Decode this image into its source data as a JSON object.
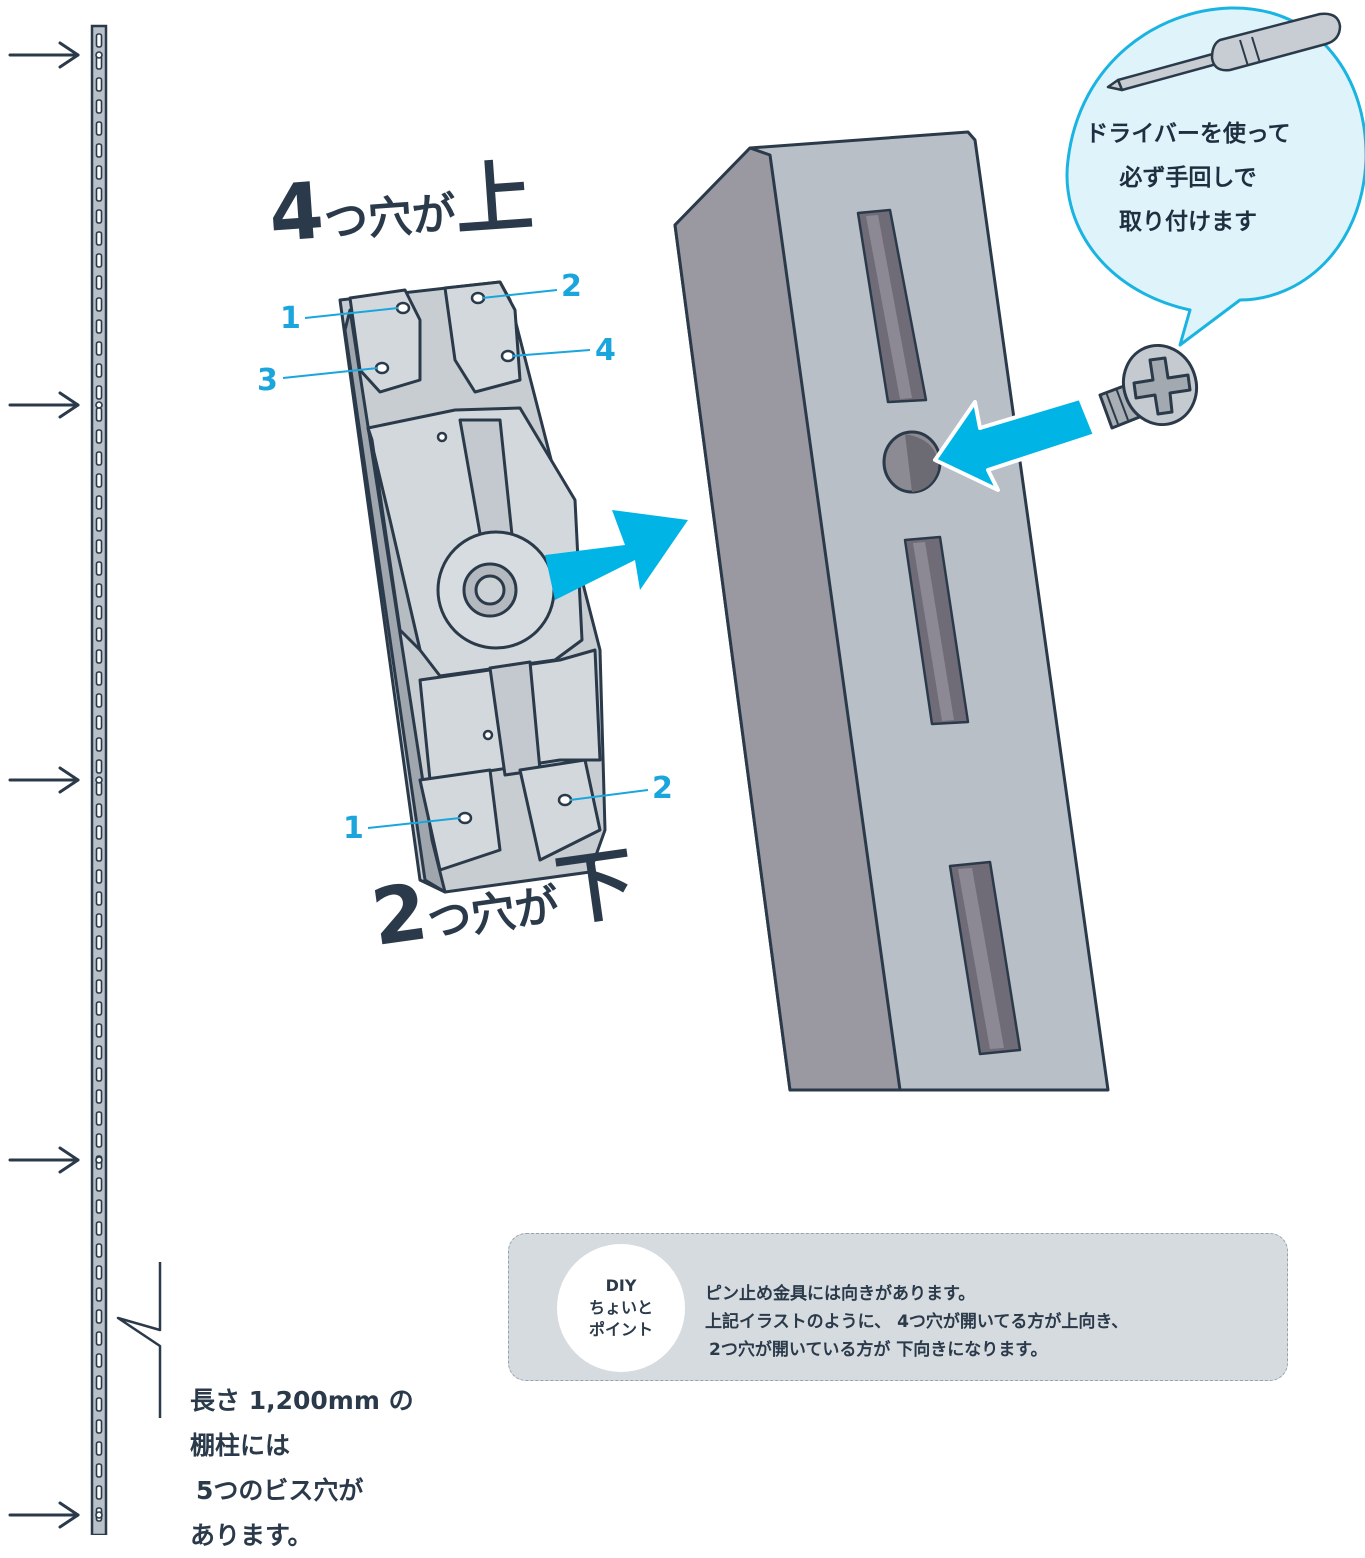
{
  "headings": {
    "top": {
      "num": "4",
      "mid": "つ穴が",
      "big": "上"
    },
    "bottom": {
      "num": "2",
      "mid": "つ穴が",
      "big": "下"
    }
  },
  "hole_labels": {
    "top_left_upper": "1",
    "top_right_upper": "2",
    "top_left_lower": "3",
    "top_right_lower": "4",
    "bottom_left": "1",
    "bottom_right": "2"
  },
  "speech_bubble": {
    "lines": [
      "ドライバーを使って",
      "必ず手回しで",
      "取り付けます"
    ]
  },
  "rail_note": {
    "lines": [
      "長さ 1,200mm の",
      "棚柱には",
      "5つのビス穴が",
      "あります。"
    ]
  },
  "tip": {
    "badge": [
      "DIY",
      "ちょいと",
      "ポイント"
    ],
    "lines": [
      "ピン止め金具には向きがあります。",
      "上記イラストのように、 4つ穴が開いてる方が上向き、",
      "2つ穴が開いている方が 下向きになります。"
    ]
  },
  "colors": {
    "accent_blue": "#00b4e6",
    "label_blue": "#1aa6dd",
    "outline": "#2b3a4a",
    "metal_light": "#b8bfc7",
    "metal_dark": "#9a98a0",
    "bubble_fill": "#dff3fb"
  },
  "icons": [
    "screwdriver-icon",
    "screw-icon",
    "arrow-right-icon"
  ]
}
